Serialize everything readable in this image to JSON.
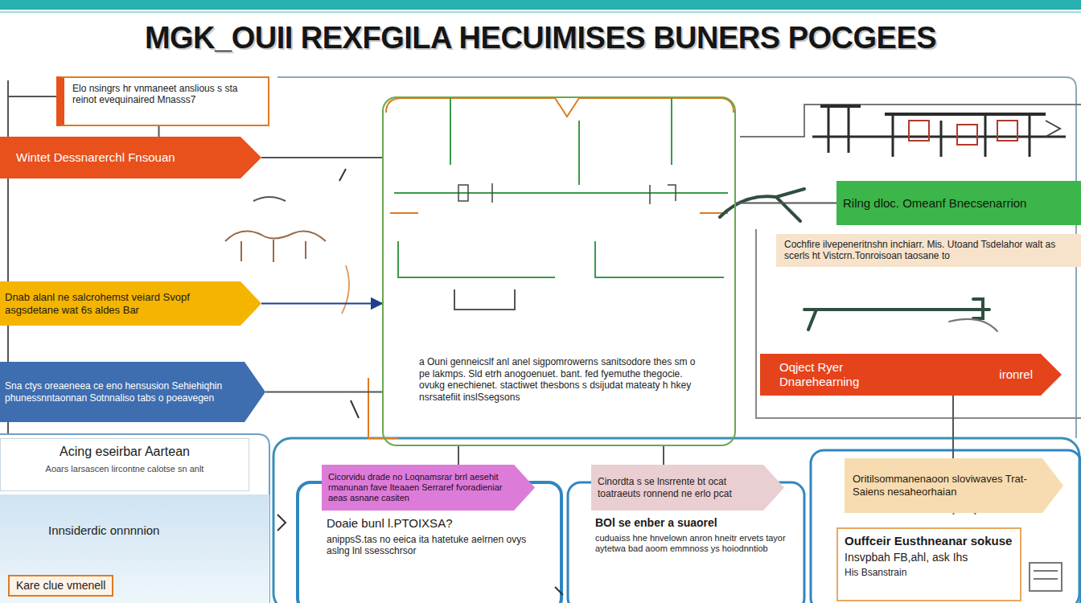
{
  "diagram": {
    "title": "MGK_OUII REXFGILA HECUIMISES BUNERS POCGEES",
    "nodes": [
      {
        "text": [
          "Elo nsingrs hr vnmaneet anslious s sta reinot evequinaired Mnasss7"
        ]
      },
      {
        "text": [
          "Wintet Dessnarerchl Fnsouan"
        ]
      },
      {
        "text": [
          "Dnab alanl ne salcrohemst veiard Svopf asgsdetane wat 6s aldes Bar"
        ]
      },
      {
        "text": [
          "Sna ctys oreaeneea ce eno hensusion Sehiehiqhin phunessnntaonnan Sotnnaliso tabs o poeavegen"
        ]
      },
      {
        "text": [
          "Acing eseirbar Aartean",
          "Aoars larsascen lircontne calotse sn anlt"
        ]
      },
      {
        "text": [
          "Innsiderdic onnnnion",
          "Kare clue vmenell"
        ]
      },
      {
        "text": [
          "a Ouni genneicslf anl anel sigpomrowerns sanitsodore thes sm o pe lakmps. Sld etrh anogoenuet. bant. fed fyemuthe thegocie. ovukg enechienet. stactiwet thesbons s dsijudat mateaty h hkey nsrsatefiit inslSsegsons"
        ]
      },
      {
        "text": [
          "Rilng dloc. Omeanf Bnecsenarrion"
        ]
      },
      {
        "text": [
          "Cochfire ilvepeneritnshn inchiarr. Mis. Utoand Tsdelahor walt as scerls ht Vistcrn.Tonroisoan taosane to"
        ]
      },
      {
        "text": [
          "Oqject Ryer Dnarehearning",
          "ironrel"
        ],
        "in": 8
      },
      {
        "text": [
          "Cicorvidu drade no Loqnamsrar brrl aesehit rmanunan fave Iteaaen Serraref fvoradieniar aeas asnane casiten"
        ]
      },
      {
        "text": [
          "Doaie bunl l.PTOIXSA?",
          "anippsS.tas no eeica ita hatetuke aelrnen ovys aslng lnl ssesschrsor"
        ]
      },
      {
        "text": [
          "Cinordta s se lnsrrente bt ocat toatraeuts ronnend ne erlo pcat"
        ]
      },
      {
        "text": [
          "BOl se enber a suaorel",
          "cuduaiss hne hnvelown anron hneitr ervets tayor aytetwa bad aoom emmnoss ys hoiodnntiob"
        ]
      },
      {
        "text": [
          "Oritilsommanenaoon sloviwaves Trat-Saiens nesaheorhaian"
        ]
      },
      {
        "text": [
          "Ouffceir Eusthneanar sokuse",
          "Insvpbah FB,ahl, ask Ihs",
          "His Bsanstrain"
        ]
      }
    ],
    "edges": [
      {
        "from": 0,
        "to": 1,
        "arrow": "none"
      },
      {
        "from": 1,
        "to": 6,
        "arrow": "none"
      },
      {
        "from": 2,
        "to": 6,
        "arrow": "to"
      },
      {
        "from": 3,
        "to": 6,
        "arrow": "none"
      },
      {
        "from": 6,
        "to": 7,
        "arrow": "none"
      },
      {
        "from": 6,
        "to": 10,
        "arrow": "none"
      },
      {
        "from": 6,
        "to": 12,
        "arrow": "none"
      },
      {
        "from": 9,
        "to": 14,
        "arrow": "none"
      }
    ]
  }
}
